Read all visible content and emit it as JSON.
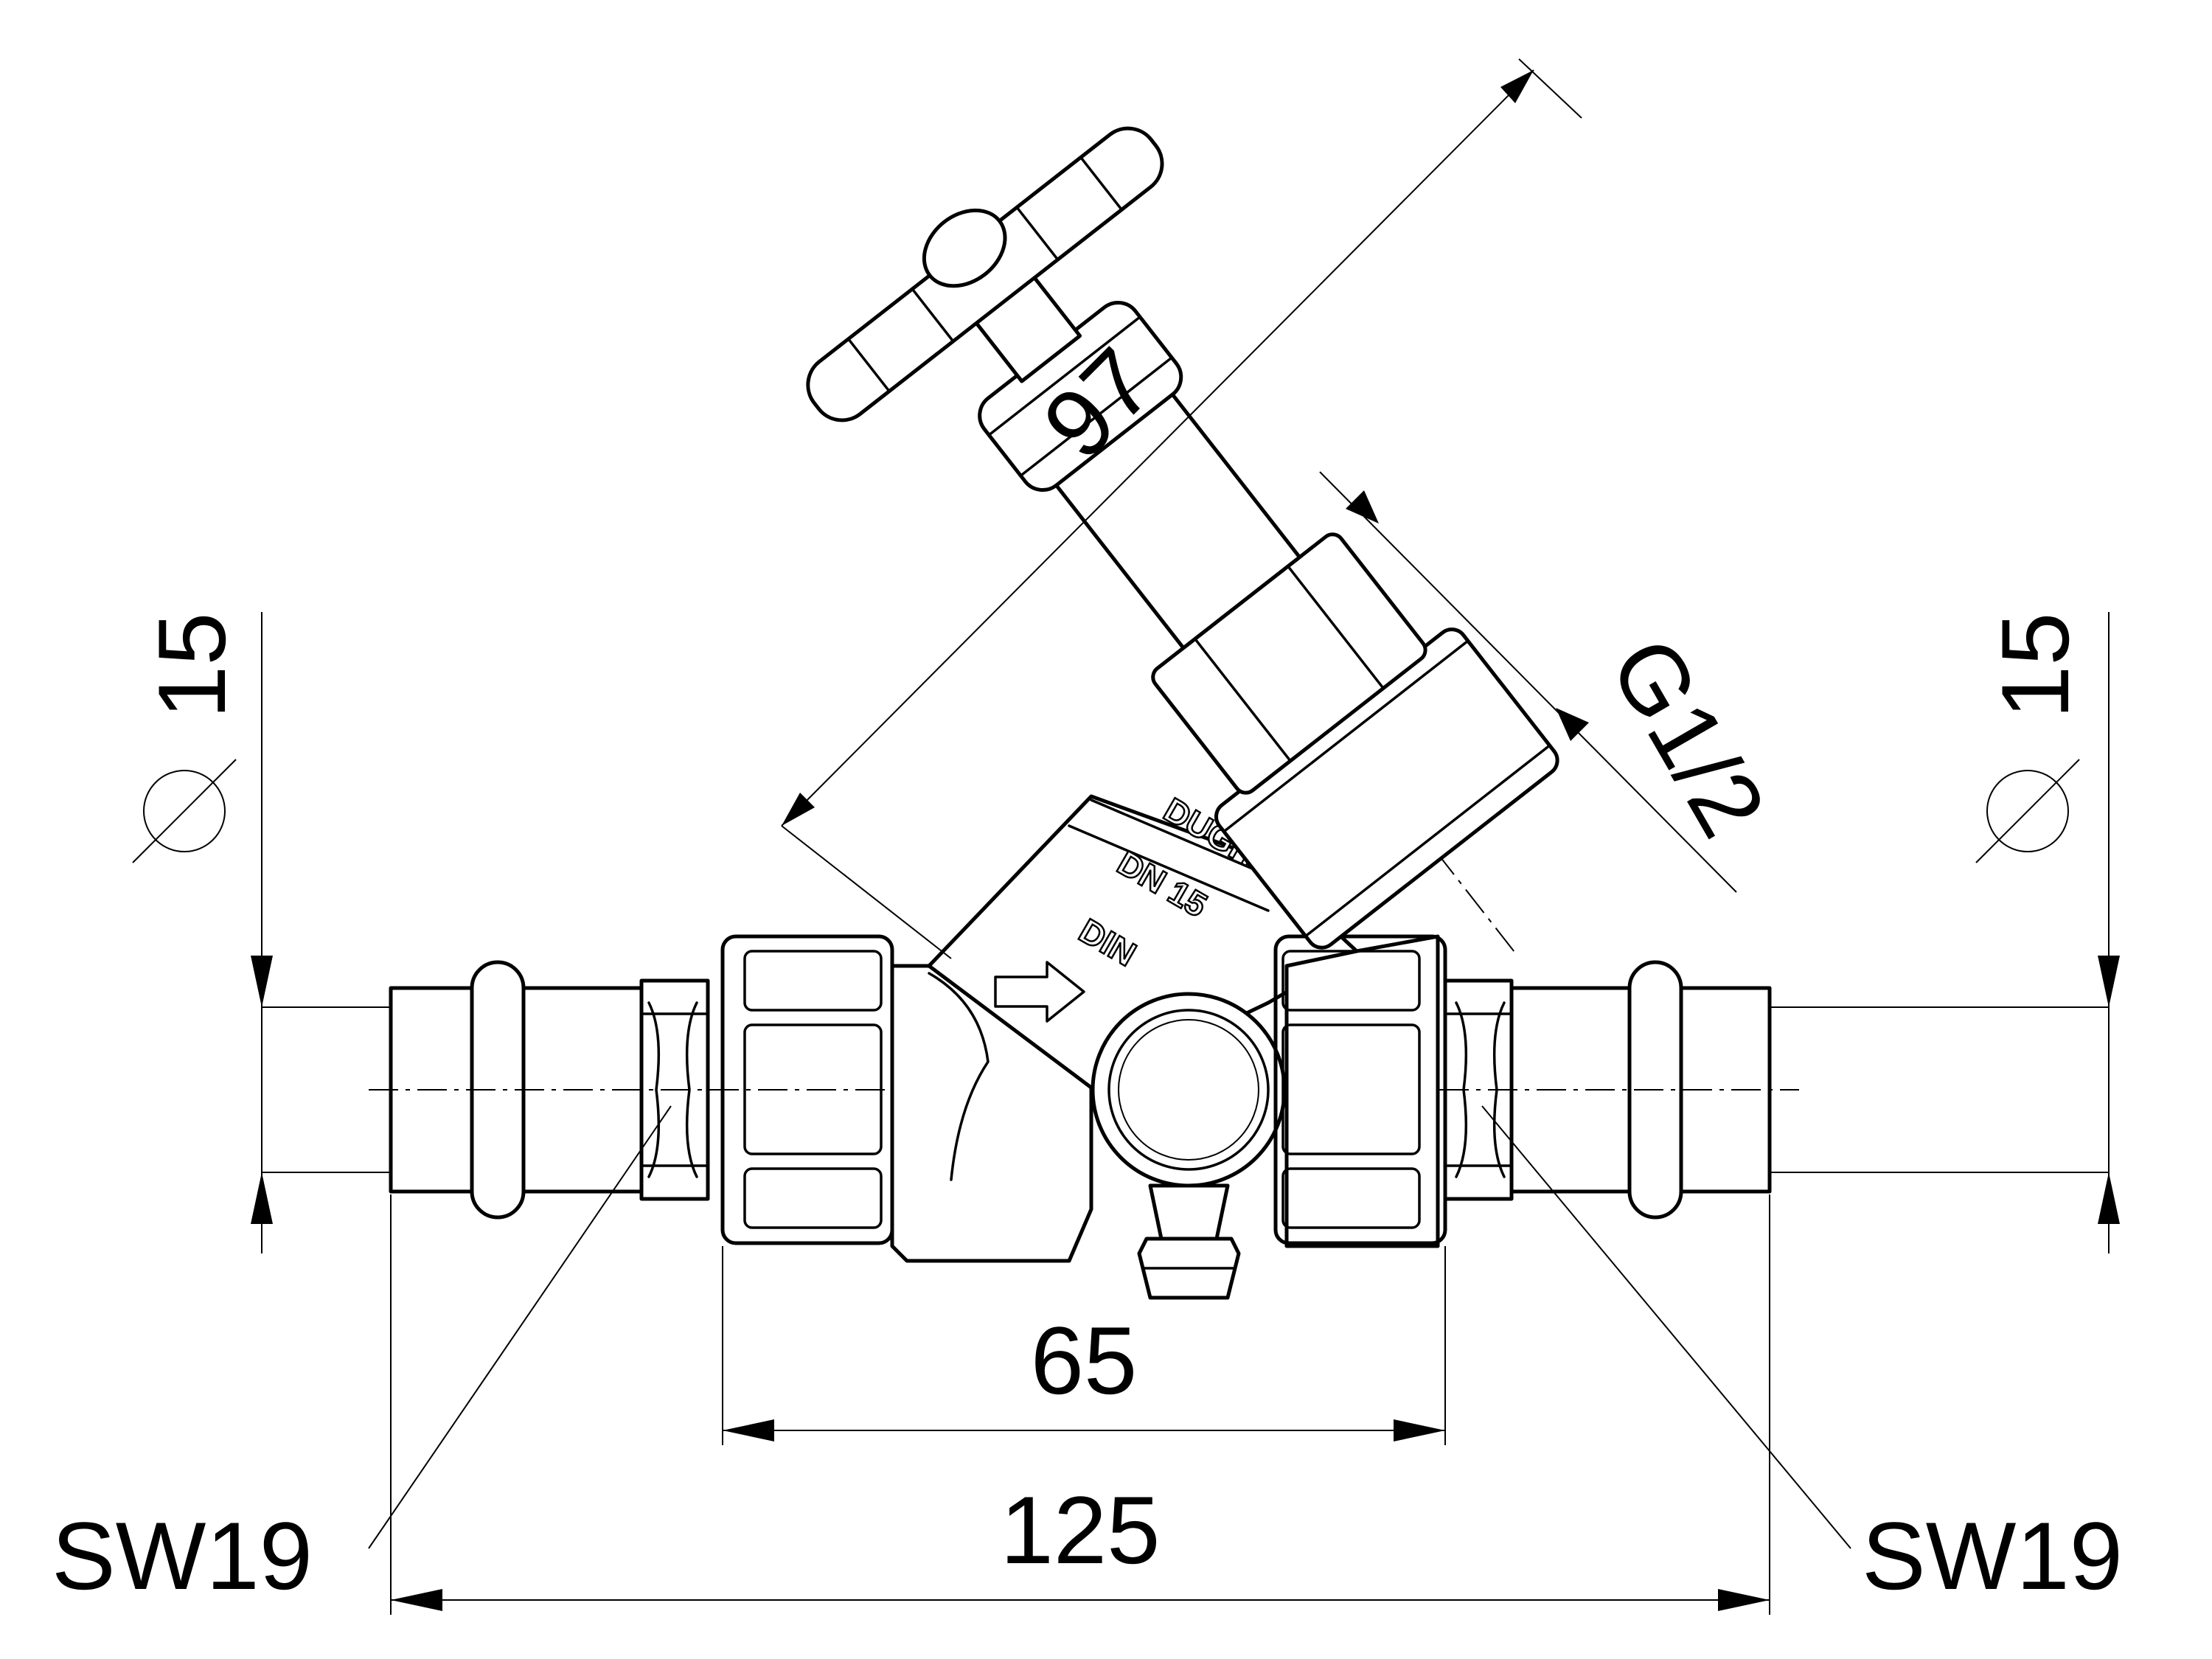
{
  "dimensions": {
    "length_total": "125",
    "length_body": "65",
    "stem_length": "97",
    "thread": "G1/2",
    "pipe_diameter_left": "15",
    "pipe_diameter_right": "15",
    "wrench_left": "SW19",
    "wrench_right": "SW19"
  },
  "body_marking": {
    "brand": "DUGH",
    "nominal": "DN 15",
    "standard": "DIN"
  }
}
